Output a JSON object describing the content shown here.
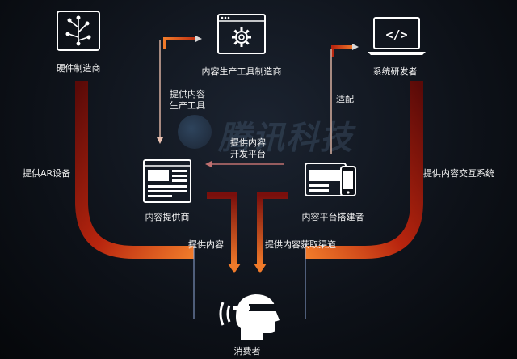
{
  "nodes": {
    "hardware": "硬件制造商",
    "content_tool": "内容生产工具制造商",
    "system_dev": "系统研发者",
    "content_provider": "内容提供商",
    "platform_builder": "内容平台搭建者",
    "consumer": "消费者"
  },
  "edges": {
    "provide_tools": "提供内容\n生产工具",
    "adapt": "适配",
    "provide_platform": "提供内容\n开发平台",
    "provide_ar": "提供AR设备",
    "provide_interaction": "提供内容交互系统",
    "provide_content": "提供内容",
    "provide_channel": "提供内容获取渠道"
  },
  "watermark": {
    "text": "腾讯科技"
  },
  "colors": {
    "flow_dark": "#7a0f0c",
    "flow_mid": "#d23a10",
    "flow_light": "#f07a2a",
    "thin_line": "#8fa8d8"
  }
}
